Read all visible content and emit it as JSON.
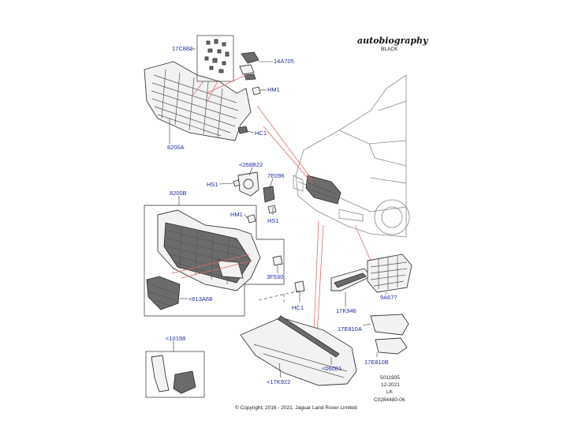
{
  "brand": {
    "title": "autobiography",
    "subtitle": "BLACK"
  },
  "labels": {
    "l17c882": "17C882",
    "l14a705": "14A705",
    "lhm1_top": "HM1",
    "lhc1_top": "HC1",
    "l8200a": "8200A",
    "l268b22": "<268B22",
    "l7e096": "7E096",
    "lhs1_left": "HS1",
    "lhs1_right": "HS1",
    "l8200b": "8200B",
    "lhm1_mid": "HM1",
    "l3f530": "3F530",
    "l613a68": "<613A68",
    "lhc1_bottom": "HC1",
    "l10198": "<10198",
    "l17k922": "<17K922",
    "l06081": "<06081",
    "l17k946": "17K946",
    "l9a677": "9A677",
    "l17e810a": "17E810A",
    "l17e810b": "17E810B"
  },
  "footer": {
    "ref1": "5011905",
    "ref2": "12-2021",
    "ref3": "LK",
    "ref4": "C0284480-06",
    "copyright": "© Copyright, 2016 - 2021. Jaguar Land Rover Limited."
  }
}
